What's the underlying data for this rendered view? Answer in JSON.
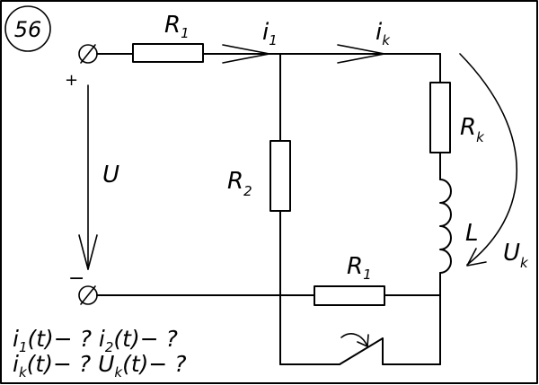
{
  "problem_number": "56",
  "labels": {
    "r1_top": {
      "main": "R",
      "sub": "1"
    },
    "r2": {
      "main": "R",
      "sub": "2"
    },
    "rk": {
      "main": "R",
      "sub": "k"
    },
    "r1_bottom": {
      "main": "R",
      "sub": "1"
    },
    "inductor": "L",
    "current_i1": {
      "main": "i",
      "sub": "1"
    },
    "current_ik": {
      "main": "i",
      "sub": "k"
    },
    "voltage_u": "U",
    "voltage_uk": {
      "main": "U",
      "sub": "k"
    },
    "plus_sign": "+",
    "minus_sign": "−"
  },
  "question": {
    "line1": [
      {
        "main": "i",
        "sub": "1",
        "rest": "(t)− ? "
      },
      {
        "main": "i",
        "sub": "2",
        "rest": "(t)− ?"
      }
    ],
    "line2": [
      {
        "main": "i",
        "sub": "k",
        "rest": "(t)− ? "
      },
      {
        "main": "U",
        "sub": "k",
        "rest": "(t)− ?"
      }
    ]
  }
}
